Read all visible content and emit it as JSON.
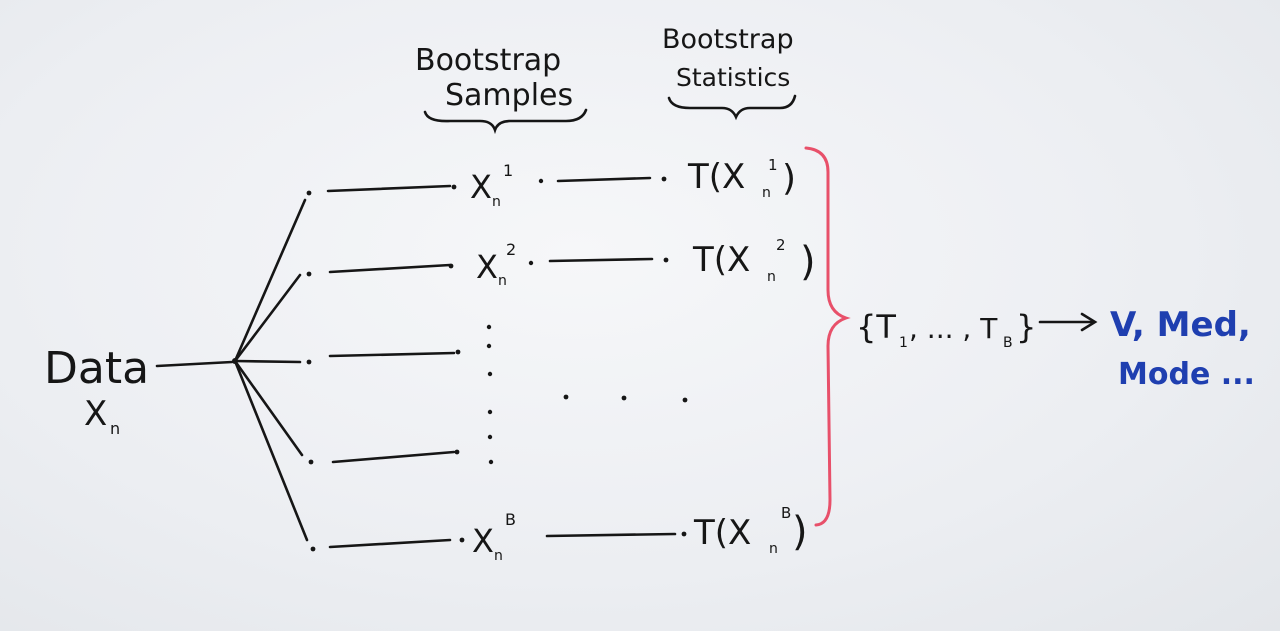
{
  "headers": {
    "samples_line1": "Bootstrap",
    "samples_line2": "Samples",
    "stats_line1": "Bootstrap",
    "stats_line2": "Statistics"
  },
  "data_node": {
    "label": "Data",
    "symbol": "X",
    "subscript": "n"
  },
  "samples": [
    {
      "symbol": "X",
      "subscript": "n",
      "superscript": "1"
    },
    {
      "symbol": "X",
      "subscript": "n",
      "superscript": "2"
    },
    {
      "symbol": "X",
      "subscript": "n",
      "superscript": "B"
    }
  ],
  "statistics": [
    {
      "prefix": "T(X",
      "subscript": "n",
      "superscript": "1",
      "suffix": ")"
    },
    {
      "prefix": "T(X",
      "subscript": "n",
      "superscript": "2",
      "suffix": ")"
    },
    {
      "prefix": "T(X",
      "subscript": "n",
      "superscript": "B",
      "suffix": ")"
    }
  ],
  "collection": {
    "open": "{T",
    "first_sub": "1",
    "middle": ", ... , T",
    "last_sub": "B",
    "close": "}"
  },
  "outputs": {
    "line1": "V, Med,",
    "line2": "Mode ..."
  },
  "colors": {
    "ink": "#161616",
    "brace_red": "#e8506a",
    "output_blue": "#1f3fb0"
  }
}
